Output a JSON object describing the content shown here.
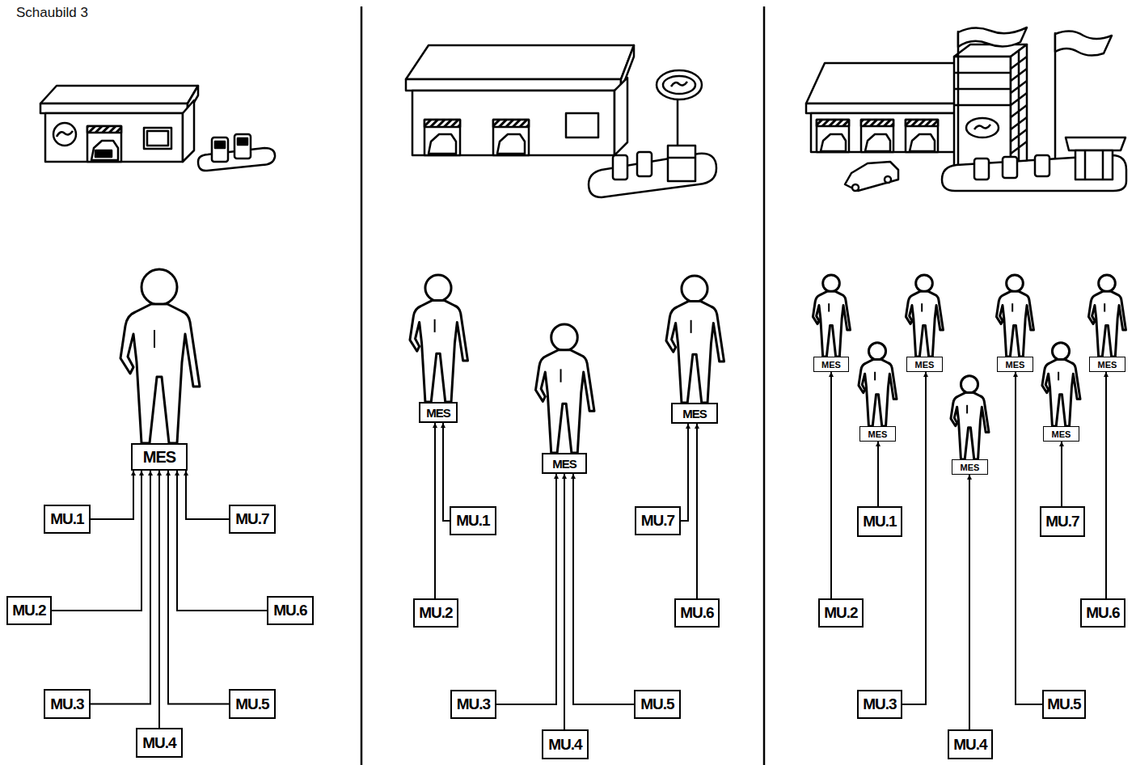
{
  "diagram": {
    "title": "Schaubild 3",
    "nodes": [
      {
        "text": [
          "MES"
        ]
      },
      {
        "text": [
          "MU.1"
        ]
      },
      {
        "text": [
          "MU.2"
        ]
      },
      {
        "text": [
          "MU.3"
        ]
      },
      {
        "text": [
          "MU.4"
        ]
      },
      {
        "text": [
          "MU.5"
        ]
      },
      {
        "text": [
          "MU.6"
        ]
      },
      {
        "text": [
          "MU.7"
        ]
      },
      {
        "text": [
          "MES"
        ]
      },
      {
        "text": [
          "MES"
        ]
      },
      {
        "text": [
          "MES"
        ]
      },
      {
        "text": [
          "MU.1"
        ]
      },
      {
        "text": [
          "MU.2"
        ]
      },
      {
        "text": [
          "MU.3"
        ]
      },
      {
        "text": [
          "MU.4"
        ]
      },
      {
        "text": [
          "MU.5"
        ]
      },
      {
        "text": [
          "MU.6"
        ]
      },
      {
        "text": [
          "MU.7"
        ]
      },
      {
        "text": [
          "MES"
        ]
      },
      {
        "text": [
          "MES"
        ]
      },
      {
        "text": [
          "MES"
        ]
      },
      {
        "text": [
          "MES"
        ]
      },
      {
        "text": [
          "MES"
        ]
      },
      {
        "text": [
          "MES"
        ]
      },
      {
        "text": [
          "MES"
        ]
      },
      {
        "text": [
          "MU.1"
        ]
      },
      {
        "text": [
          "MU.2"
        ]
      },
      {
        "text": [
          "MU.3"
        ]
      },
      {
        "text": [
          "MU.4"
        ]
      },
      {
        "text": [
          "MU.5"
        ]
      },
      {
        "text": [
          "MU.6"
        ]
      },
      {
        "text": [
          "MU.7"
        ]
      }
    ],
    "edges": [
      {
        "from": 1,
        "to": 0,
        "arrow": "to"
      },
      {
        "from": 2,
        "to": 0,
        "arrow": "to"
      },
      {
        "from": 3,
        "to": 0,
        "arrow": "to"
      },
      {
        "from": 4,
        "to": 0,
        "arrow": "to"
      },
      {
        "from": 5,
        "to": 0,
        "arrow": "to"
      },
      {
        "from": 6,
        "to": 0,
        "arrow": "to"
      },
      {
        "from": 7,
        "to": 0,
        "arrow": "to"
      },
      {
        "from": 11,
        "to": 8,
        "arrow": "to"
      },
      {
        "from": 12,
        "to": 8,
        "arrow": "to"
      },
      {
        "from": 13,
        "to": 9,
        "arrow": "to"
      },
      {
        "from": 14,
        "to": 9,
        "arrow": "to"
      },
      {
        "from": 15,
        "to": 9,
        "arrow": "to"
      },
      {
        "from": 16,
        "to": 10,
        "arrow": "to"
      },
      {
        "from": 17,
        "to": 10,
        "arrow": "to"
      },
      {
        "from": 26,
        "to": 18,
        "arrow": "to"
      },
      {
        "from": 25,
        "to": 19,
        "arrow": "to"
      },
      {
        "from": 27,
        "to": 20,
        "arrow": "to"
      },
      {
        "from": 28,
        "to": 21,
        "arrow": "to"
      },
      {
        "from": 29,
        "to": 22,
        "arrow": "to"
      },
      {
        "from": 31,
        "to": 23,
        "arrow": "to"
      },
      {
        "from": 30,
        "to": 24,
        "arrow": "to"
      }
    ]
  }
}
